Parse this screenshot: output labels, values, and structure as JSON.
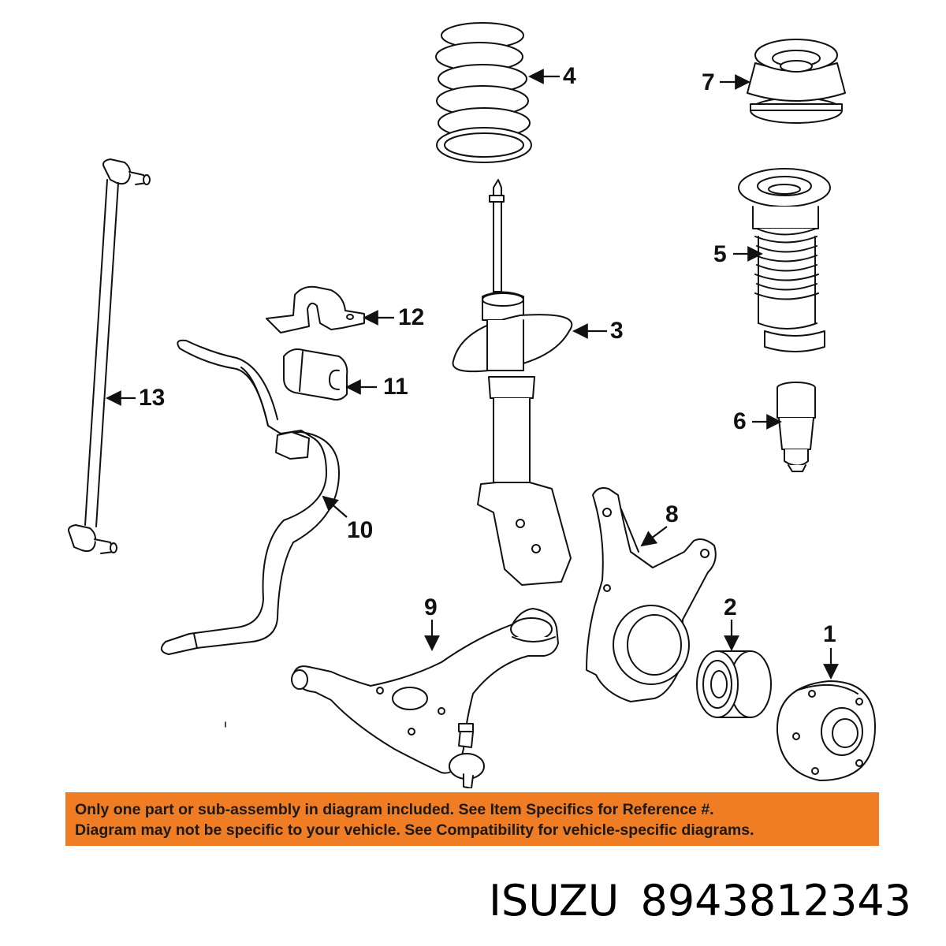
{
  "callouts": {
    "c1": "1",
    "c2": "2",
    "c3": "3",
    "c4": "4",
    "c5": "5",
    "c6": "6",
    "c7": "7",
    "c8": "8",
    "c9": "9",
    "c10": "10",
    "c11": "11",
    "c12": "12",
    "c13": "13"
  },
  "notice": {
    "line1": "Only one part or sub-assembly in diagram included. See Item Specifics for Reference #.",
    "line2": "Diagram may not be specific to your vehicle. See Compatibility for vehicle-specific diagrams.",
    "background": "#f07c23"
  },
  "footer": {
    "brand": "ISUZU",
    "part_number": "8943812343"
  }
}
